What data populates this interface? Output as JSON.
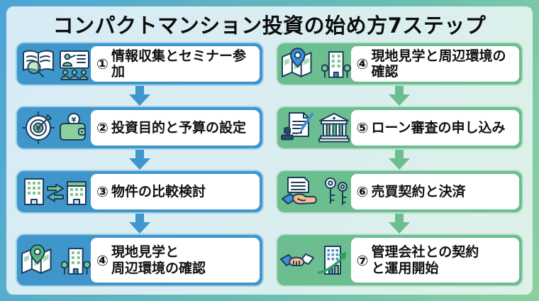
{
  "title": "コンパクトマンション投資の始め方7ステップ",
  "colors": {
    "left_accent": "#3e96cb",
    "right_accent": "#6cbd90",
    "frame_gradient": [
      "#4fa4d8",
      "#67bdb4",
      "#8ad19e"
    ],
    "background_gradient": [
      "#d7ebf7",
      "#def1e6"
    ],
    "arrow_left": "#3e96cb",
    "arrow_right": "#6cbd90",
    "card_text": "#111111"
  },
  "columns": [
    {
      "side": "left",
      "steps": [
        {
          "num": "①",
          "label": "情報収集とセミナー参加",
          "icons": [
            "book-magnifier-icon",
            "seminar-presentation-icon"
          ]
        },
        {
          "num": "②",
          "label": "投資目的と予算の設定",
          "icons": [
            "target-yen-icon",
            "wallet-yen-icon"
          ]
        },
        {
          "num": "③",
          "label": "物件の比較検討",
          "icons": [
            "buildings-compare-icon"
          ]
        },
        {
          "num": "④",
          "label": "現地見学と\n周辺環境の確認",
          "icons": [
            "map-pin-icon",
            "building-trees-icon"
          ]
        }
      ]
    },
    {
      "side": "right",
      "steps": [
        {
          "num": "④",
          "label": "現地見学と周辺環境の確認",
          "icons": [
            "map-pin-icon",
            "building-trees-icon"
          ]
        },
        {
          "num": "⑤",
          "label": "ローン審査の申し込み",
          "icons": [
            "contract-stamp-icon",
            "bank-icon"
          ]
        },
        {
          "num": "⑥",
          "label": "売買契約と決済",
          "icons": [
            "handshake-document-icon",
            "keys-icon"
          ]
        },
        {
          "num": "⑦",
          "label": "管理会社との契約\nと運用開始",
          "icons": [
            "handshake-icon",
            "building-growth-chart-icon"
          ]
        }
      ]
    }
  ]
}
